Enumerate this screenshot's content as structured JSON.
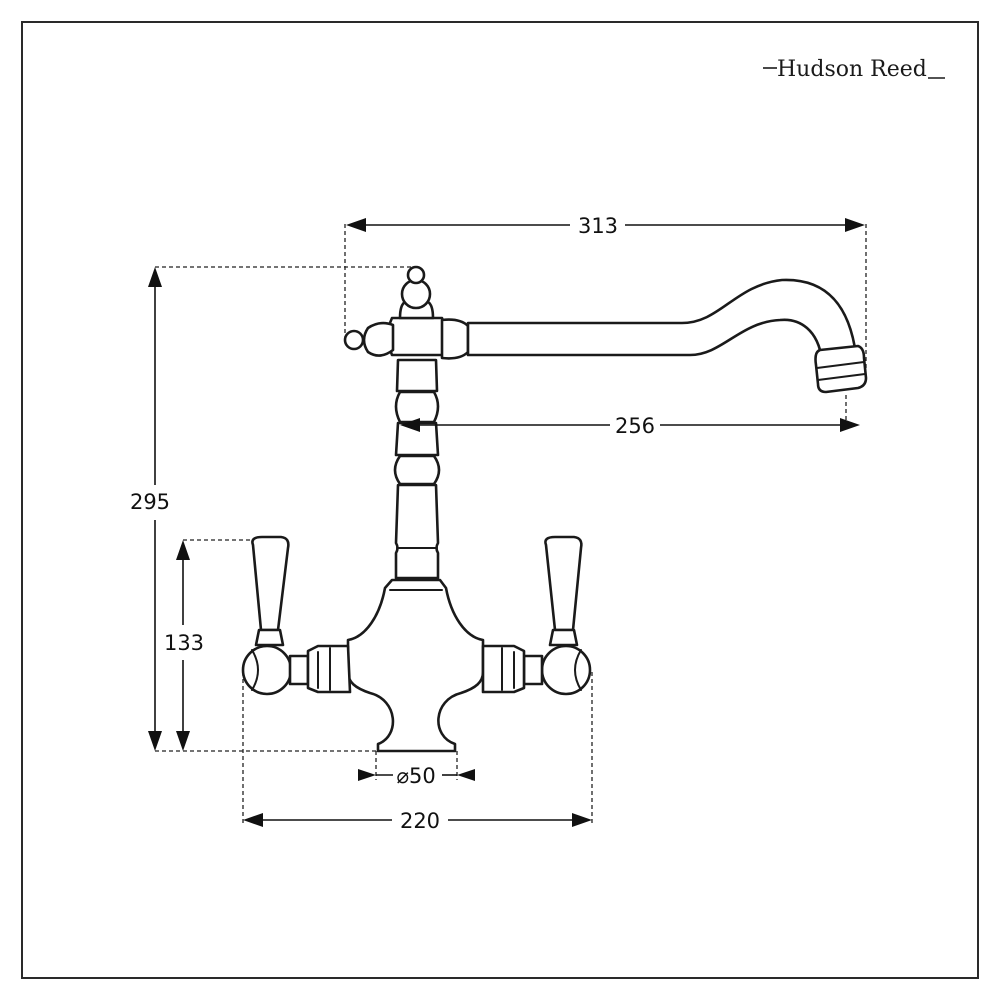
{
  "brand": {
    "name": "Hudson Reed"
  },
  "dimensions": {
    "overall_reach": "313",
    "spout_reach": "256",
    "overall_height": "295",
    "lever_height": "133",
    "base_diameter": "⌀50",
    "handle_span": "220"
  },
  "icons": {
    "brand_mark": "logo-wordmark",
    "diameter_symbol": "diameter-icon"
  },
  "colors": {
    "line": "#1a1a1a",
    "background": "#ffffff"
  }
}
